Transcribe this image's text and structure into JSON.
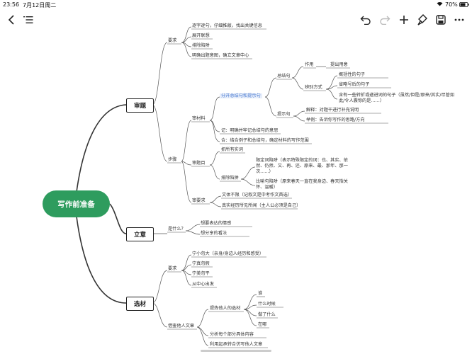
{
  "status": {
    "time": "23:56",
    "date": "7月12日周二",
    "battery": "70%"
  },
  "toolbar": {
    "icons": [
      "back-icon",
      "outline-icon",
      "undo-icon",
      "redo-icon",
      "add-icon",
      "format-brush-icon",
      "save-icon",
      "more-icon"
    ]
  },
  "root": "写作前准备",
  "branches": {
    "shenti": "审题",
    "liyi": "立意",
    "xuancai": "选材"
  },
  "shenti": {
    "yaoqiu": "要求",
    "req": [
      "逐字逐句，仔细推敲，找出关键信息",
      "展开联想",
      "排除陷阱",
      "明确出题意图，确立文章中心"
    ],
    "buzhou": "步骤",
    "shencailiao": "审材料",
    "highlight": "分开总结句和提示句",
    "zongjieju": "总结句",
    "zuoyong": "作用",
    "tichuyongyi": "提出用意",
    "bianbie": "辨别方式",
    "bianbie_items": [
      "概括性的句子",
      "省略号后的句子",
      "含有一些转折或递进词的句子（虽然/但是/原来/其实/尽管如此/令人震惊的是……）"
    ],
    "tishiju": "提示句",
    "tishi_items": [
      "解释：对题干进行补充说明",
      "举例：告诉你写作的思路/方向"
    ],
    "ji": "记：明确并牢记总结句的意思",
    "he": "合：结合例子和总结句，确定材料的写作范围",
    "shentimu": "审题目",
    "zhuayou": "抓所有实词",
    "paichu": "排除陷阱",
    "xianding": "限定词陷阱（表示特殊限定的词：也、其实、依然、仍然、又、再、还、原来、最、那年、那一次……）",
    "biyu": "比喻句陷阱（原来春天一直在我身边、春天指关怀、温暖）",
    "shenyaoqiu": "审要求",
    "wenti": "文体不限（记叙文是中考作文首选）",
    "zhenshi": "真实经历所见所闻（主人公必须是自己）"
  },
  "liyi": {
    "shishenme": "是什么？",
    "items": [
      "想要表达的情感",
      "想分享的看法"
    ]
  },
  "xuancai": {
    "yaoqiu": "要求",
    "req": [
      "宁小勿大（亲身/身边人经历和感受）",
      "宁真勿假",
      "宁美勿平",
      "从中心出发"
    ],
    "jiejian": "借鉴他人文章",
    "tilian": "提炼他人的选材",
    "tilian_items": [
      "谁",
      "什么时候",
      "做了什么",
      "在哪"
    ],
    "fenxi": "分析每个部分具体内容",
    "liyong": "利用起承转合仿写他人文章"
  }
}
